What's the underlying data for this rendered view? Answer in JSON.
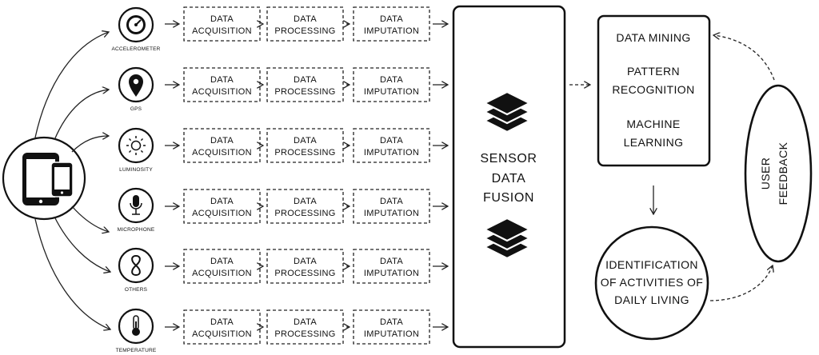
{
  "sensors": [
    {
      "label": "ACCELEROMETER",
      "icon": "gauge-icon"
    },
    {
      "label": "GPS",
      "icon": "map-pin-icon"
    },
    {
      "label": "LUMINOSITY",
      "icon": "sun-icon"
    },
    {
      "label": "MICROPHONE",
      "icon": "microphone-icon"
    },
    {
      "label": "OTHERS",
      "icon": "infinity-icon"
    },
    {
      "label": "TEMPERATURE",
      "icon": "thermometer-icon"
    }
  ],
  "steps": [
    {
      "line1": "DATA",
      "line2": "ACQUISITION"
    },
    {
      "line1": "DATA",
      "line2": "PROCESSING"
    },
    {
      "line1": "DATA",
      "line2": "IMPUTATION"
    }
  ],
  "fusion": {
    "line1": "SENSOR",
    "line2": "DATA",
    "line3": "FUSION"
  },
  "mining": {
    "line1": "DATA MINING",
    "line2": "PATTERN",
    "line3": "RECOGNITION",
    "line4": "MACHINE",
    "line5": "LEARNING"
  },
  "activities": {
    "line1": "IDENTIFICATION",
    "line2": "OF ACTIVITIES OF",
    "line3": "DAILY LIVING"
  },
  "feedback": {
    "line1": "USER",
    "line2": "FEEDBACK"
  }
}
